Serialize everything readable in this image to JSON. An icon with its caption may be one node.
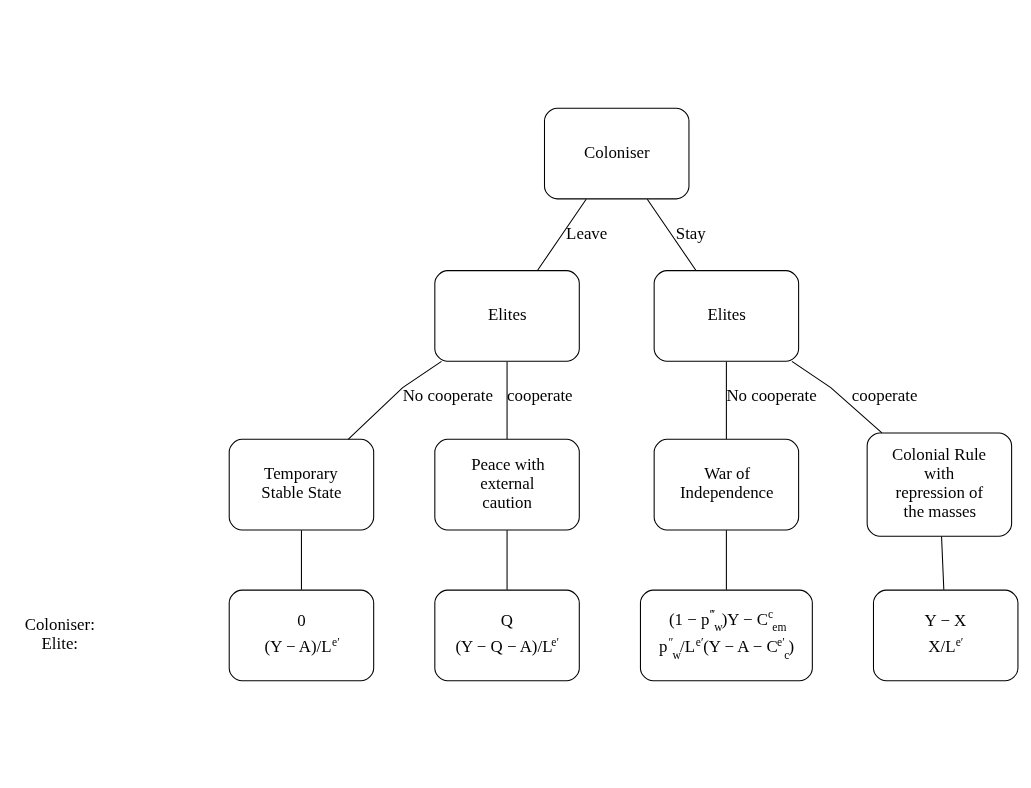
{
  "diagram": {
    "nodes": [
      {
        "text": [
          "Coloniser"
        ]
      },
      {
        "text": [
          "Elites"
        ]
      },
      {
        "text": [
          "Elites"
        ]
      },
      {
        "text": [
          "Temporary Stable State"
        ]
      },
      {
        "text": [
          "Peace with external caution"
        ]
      },
      {
        "text": [
          "War of Independence"
        ]
      },
      {
        "text": [
          "Colonial Rule with repression of the masses"
        ]
      },
      {
        "text": [
          "0",
          "(Y − A)/L$^{e′}$"
        ]
      },
      {
        "text": [
          "Q",
          "(Y − Q − A)/L$^{e′}$"
        ]
      },
      {
        "text": [
          "(1 − p$^{‴}$$_{w}$)Y − C$^{c}$$_{em}$",
          "p$^{″}$$_{w}$/L$^{e′}$(Y − A − C$^{e′}$$_{c}$)"
        ]
      },
      {
        "text": [
          "Y − X",
          "X/L$^{e′}$"
        ]
      }
    ],
    "edges": [
      {
        "from": 0,
        "to": 1,
        "arrow": "none",
        "label": "Leave"
      },
      {
        "from": 0,
        "to": 2,
        "arrow": "none",
        "label": "Stay"
      },
      {
        "from": 1,
        "to": 3,
        "arrow": "none",
        "label": "No cooperate"
      },
      {
        "from": 1,
        "to": 4,
        "arrow": "none",
        "label": "cooperate"
      },
      {
        "from": 2,
        "to": 5,
        "arrow": "none",
        "label": "No cooperate"
      },
      {
        "from": 2,
        "to": 6,
        "arrow": "none",
        "label": "cooperate"
      },
      {
        "from": 3,
        "to": 7,
        "arrow": "none"
      },
      {
        "from": 4,
        "to": 8,
        "arrow": "none"
      },
      {
        "from": 5,
        "to": 9,
        "arrow": "none"
      },
      {
        "from": 6,
        "to": 10,
        "arrow": "none"
      }
    ],
    "labels": [
      "Coloniser:",
      "Elite:"
    ]
  }
}
